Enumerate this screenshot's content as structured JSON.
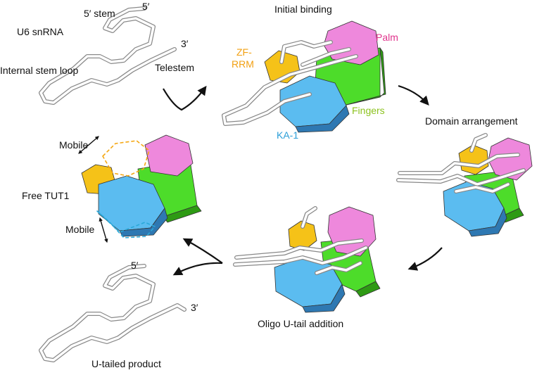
{
  "labels": {
    "u6_snrna": "U6 snRNA",
    "stem_5prime": "5′ stem",
    "five_prime": "5′",
    "three_prime": "3′",
    "internal_stem_loop": "Internal stem loop",
    "telestem": "Telestem",
    "initial_binding": "Initial binding",
    "zf_rrm_line1": "ZF-",
    "zf_rrm_line2": "RRM",
    "palm": "Palm",
    "fingers": "Fingers",
    "ka1": "KA-1",
    "domain_arrangement": "Domain arrangement",
    "mobile": "Mobile",
    "free_tut1": "Free TUT1",
    "oligo_u_tail": "Oligo U-tail addition",
    "product_five_prime": "5′",
    "product_three_prime": "3′",
    "u_tailed_product": "U-tailed product"
  },
  "colors": {
    "zf_rrm": "#f5c218",
    "palm": "#ee88dc",
    "fingers": "#4ddc2a",
    "ka1": "#5bbcf0",
    "rna_outline": "#9a9a9a",
    "arrow": "#111111"
  }
}
